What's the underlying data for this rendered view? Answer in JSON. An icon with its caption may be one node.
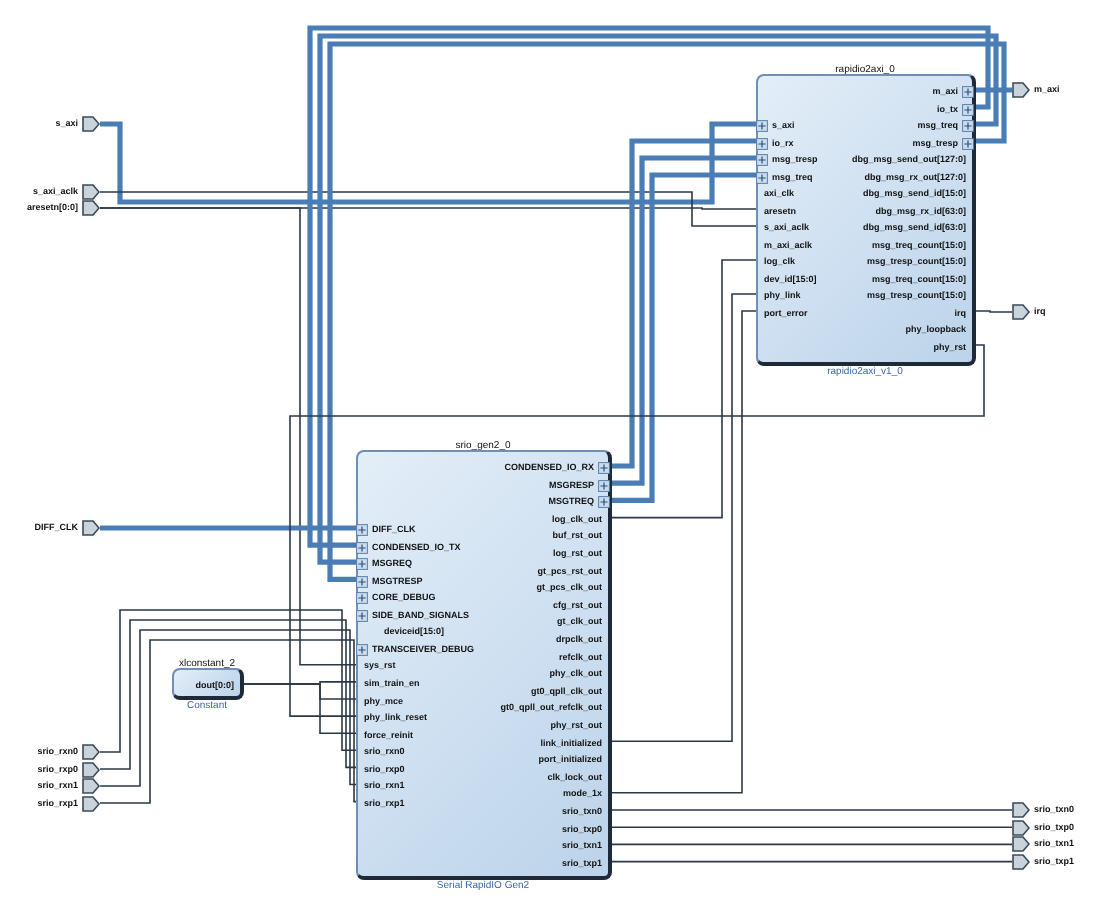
{
  "diagram": {
    "nodes": [
      {
        "text": [
          "rapidio2axi_0",
          "rapidio2axi_v1_0"
        ]
      },
      {
        "text": [
          "s_axi"
        ],
        "in": 0
      },
      {
        "text": [
          "io_rx"
        ],
        "in": 0
      },
      {
        "text": [
          "msg_tresp"
        ],
        "in": 0
      },
      {
        "text": [
          "msg_treq"
        ],
        "in": 0
      },
      {
        "text": [
          "axi_clk"
        ],
        "in": 0
      },
      {
        "text": [
          "aresetn"
        ],
        "in": 0
      },
      {
        "text": [
          "s_axi_aclk"
        ],
        "in": 0
      },
      {
        "text": [
          "m_axi_aclk"
        ],
        "in": 0
      },
      {
        "text": [
          "log_clk"
        ],
        "in": 0
      },
      {
        "text": [
          "dev_id[15:0]"
        ],
        "in": 0
      },
      {
        "text": [
          "phy_link"
        ],
        "in": 0
      },
      {
        "text": [
          "port_error"
        ],
        "in": 0
      },
      {
        "text": [
          "m_axi"
        ],
        "in": 0
      },
      {
        "text": [
          "io_tx"
        ],
        "in": 0
      },
      {
        "text": [
          "msg_treq"
        ],
        "in": 0
      },
      {
        "text": [
          "msg_tresp"
        ],
        "in": 0
      },
      {
        "text": [
          "dbg_msg_send_out[127:0]"
        ],
        "in": 0
      },
      {
        "text": [
          "dbg_msg_rx_out[127:0]"
        ],
        "in": 0
      },
      {
        "text": [
          "dbg_msg_send_id[15:0]"
        ],
        "in": 0
      },
      {
        "text": [
          "dbg_msg_rx_id[63:0]"
        ],
        "in": 0
      },
      {
        "text": [
          "dbg_msg_send_id[63:0]"
        ],
        "in": 0
      },
      {
        "text": [
          "msg_treq_count[15:0]"
        ],
        "in": 0
      },
      {
        "text": [
          "msg_tresp_count[15:0]"
        ],
        "in": 0
      },
      {
        "text": [
          "msg_treq_count[15:0]"
        ],
        "in": 0
      },
      {
        "text": [
          "msg_tresp_count[15:0]"
        ],
        "in": 0
      },
      {
        "text": [
          "irq"
        ],
        "in": 0
      },
      {
        "text": [
          "phy_loopback"
        ],
        "in": 0
      },
      {
        "text": [
          "phy_rst"
        ],
        "in": 0
      },
      {
        "text": [
          "s_axi"
        ]
      },
      {
        "text": [
          "s_axi_aclk"
        ]
      },
      {
        "text": [
          "aresetn[0:0]"
        ]
      },
      {
        "text": [
          "DIFF_CLK"
        ]
      },
      {
        "text": [
          "srio_gen2_0",
          "Serial RapidIO Gen2"
        ]
      },
      {
        "text": [
          "DIFF_CLK"
        ],
        "in": 33
      },
      {
        "text": [
          "CONDENSED_IO_TX"
        ],
        "in": 33
      },
      {
        "text": [
          "MSGREQ"
        ],
        "in": 33
      },
      {
        "text": [
          "MSGTRESP"
        ],
        "in": 33
      },
      {
        "text": [
          "CORE_DEBUG"
        ],
        "in": 33
      },
      {
        "text": [
          "SIDE_BAND_SIGNALS"
        ],
        "in": 33
      },
      {
        "text": [
          "deviceid[15:0]"
        ],
        "in": 33
      },
      {
        "text": [
          "TRANSCEIVER_DEBUG"
        ],
        "in": 33
      },
      {
        "text": [
          "sys_rst"
        ],
        "in": 33
      },
      {
        "text": [
          "sim_train_en"
        ],
        "in": 33
      },
      {
        "text": [
          "phy_mce"
        ],
        "in": 33
      },
      {
        "text": [
          "phy_link_reset"
        ],
        "in": 33
      },
      {
        "text": [
          "force_reinit"
        ],
        "in": 33
      },
      {
        "text": [
          "srio_rxn0"
        ],
        "in": 33
      },
      {
        "text": [
          "srio_rxp0"
        ],
        "in": 33
      },
      {
        "text": [
          "srio_rxn1"
        ],
        "in": 33
      },
      {
        "text": [
          "srio_rxp1"
        ],
        "in": 33
      },
      {
        "text": [
          "CONDENSED_IO_RX"
        ],
        "in": 33
      },
      {
        "text": [
          "MSGRESP"
        ],
        "in": 33
      },
      {
        "text": [
          "MSGTREQ"
        ],
        "in": 33
      },
      {
        "text": [
          "log_clk_out"
        ],
        "in": 33
      },
      {
        "text": [
          "buf_rst_out"
        ],
        "in": 33
      },
      {
        "text": [
          "log_rst_out"
        ],
        "in": 33
      },
      {
        "text": [
          "gt_pcs_rst_out"
        ],
        "in": 33
      },
      {
        "text": [
          "gt_pcs_clk_out"
        ],
        "in": 33
      },
      {
        "text": [
          "cfg_rst_out"
        ],
        "in": 33
      },
      {
        "text": [
          "gt_clk_out"
        ],
        "in": 33
      },
      {
        "text": [
          "drpclk_out"
        ],
        "in": 33
      },
      {
        "text": [
          "refclk_out"
        ],
        "in": 33
      },
      {
        "text": [
          "phy_clk_out"
        ],
        "in": 33
      },
      {
        "text": [
          "gt0_qpll_clk_out"
        ],
        "in": 33
      },
      {
        "text": [
          "gt0_qpll_out_refclk_out"
        ],
        "in": 33
      },
      {
        "text": [
          "phy_rst_out"
        ],
        "in": 33
      },
      {
        "text": [
          "link_initialized"
        ],
        "in": 33
      },
      {
        "text": [
          "port_initialized"
        ],
        "in": 33
      },
      {
        "text": [
          "clk_lock_out"
        ],
        "in": 33
      },
      {
        "text": [
          "mode_1x"
        ],
        "in": 33
      },
      {
        "text": [
          "srio_txn0"
        ],
        "in": 33
      },
      {
        "text": [
          "srio_txp0"
        ],
        "in": 33
      },
      {
        "text": [
          "srio_txn1"
        ],
        "in": 33
      },
      {
        "text": [
          "srio_txp1"
        ],
        "in": 33
      },
      {
        "text": [
          "xlconstant_2",
          "Constant"
        ]
      },
      {
        "text": [
          "dout[0:0]"
        ],
        "in": 75
      },
      {
        "text": [
          "srio_rxn0"
        ]
      },
      {
        "text": [
          "srio_rxp0"
        ]
      },
      {
        "text": [
          "srio_rxn1"
        ]
      },
      {
        "text": [
          "srio_rxp1"
        ]
      },
      {
        "text": [
          "m_axi"
        ]
      },
      {
        "text": [
          "irq"
        ]
      },
      {
        "text": [
          "srio_txn0"
        ]
      },
      {
        "text": [
          "srio_txp0"
        ]
      },
      {
        "text": [
          "srio_txn1"
        ]
      },
      {
        "text": [
          "srio_txp1"
        ]
      }
    ],
    "edges": [
      {
        "from": 29,
        "to": 1,
        "arrow": "none",
        "style": "thick",
        "color": "#4a7cb5"
      },
      {
        "from": 30,
        "to": 7,
        "arrow": "none"
      },
      {
        "from": 31,
        "to": 6,
        "arrow": "none"
      },
      {
        "from": 31,
        "to": 42,
        "arrow": "none"
      },
      {
        "from": 14,
        "to": 35,
        "arrow": "none",
        "style": "thick",
        "color": "#4a7cb5"
      },
      {
        "from": 15,
        "to": 36,
        "arrow": "none",
        "style": "thick",
        "color": "#4a7cb5"
      },
      {
        "from": 16,
        "to": 37,
        "arrow": "none",
        "style": "thick",
        "color": "#4a7cb5"
      },
      {
        "from": 51,
        "to": 2,
        "arrow": "none",
        "style": "thick",
        "color": "#4a7cb5"
      },
      {
        "from": 52,
        "to": 3,
        "arrow": "none",
        "style": "thick",
        "color": "#4a7cb5"
      },
      {
        "from": 53,
        "to": 4,
        "arrow": "none",
        "style": "thick",
        "color": "#4a7cb5"
      },
      {
        "from": 32,
        "to": 34,
        "arrow": "none",
        "style": "thick",
        "color": "#4a7cb5"
      },
      {
        "from": 54,
        "to": 9,
        "arrow": "none"
      },
      {
        "from": 67,
        "to": 11,
        "arrow": "none"
      },
      {
        "from": 70,
        "to": 12,
        "arrow": "none"
      },
      {
        "from": 28,
        "to": 45,
        "arrow": "none"
      },
      {
        "from": 13,
        "to": 81,
        "arrow": "none",
        "style": "thick",
        "color": "#4a7cb5"
      },
      {
        "from": 26,
        "to": 82,
        "arrow": "none"
      },
      {
        "from": 76,
        "to": 43,
        "arrow": "none"
      },
      {
        "from": 76,
        "to": 44,
        "arrow": "none"
      },
      {
        "from": 76,
        "to": 46,
        "arrow": "none"
      },
      {
        "from": 77,
        "to": 47,
        "arrow": "none"
      },
      {
        "from": 78,
        "to": 48,
        "arrow": "none"
      },
      {
        "from": 79,
        "to": 49,
        "arrow": "none"
      },
      {
        "from": 80,
        "to": 50,
        "arrow": "none"
      },
      {
        "from": 71,
        "to": 83,
        "arrow": "none"
      },
      {
        "from": 72,
        "to": 84,
        "arrow": "none"
      },
      {
        "from": 73,
        "to": 85,
        "arrow": "none"
      },
      {
        "from": 74,
        "to": 86,
        "arrow": "none"
      }
    ]
  }
}
